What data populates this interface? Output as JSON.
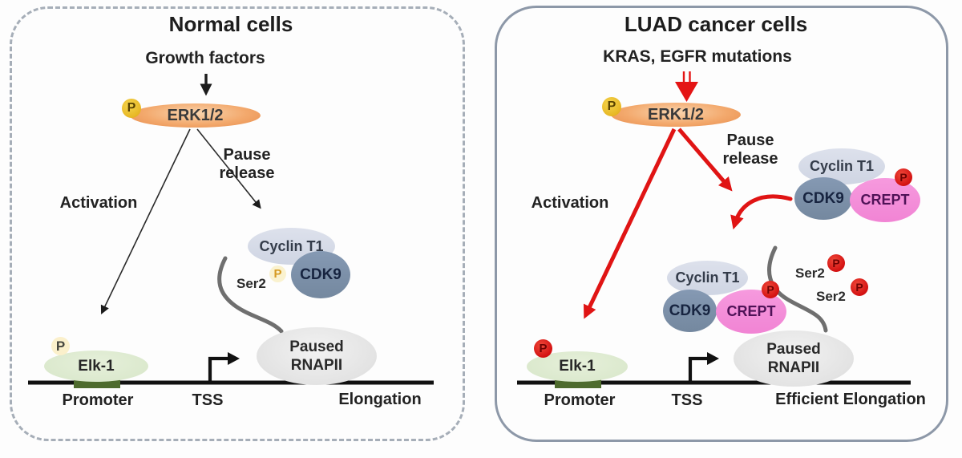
{
  "panels": {
    "normal": {
      "title": "Normal cells",
      "stimulus": "Growth factors",
      "erk": "ERK1/2",
      "p_badge": "P",
      "activation": "Activation",
      "pause_release": [
        "Pause",
        "release"
      ],
      "cyclin_t1": "Cyclin T1",
      "cdk9": "CDK9",
      "ser2": "Ser2",
      "rnapii": [
        "Paused",
        "RNAPII"
      ],
      "elk1": "Elk-1",
      "promoter": "Promoter",
      "tss": "TSS",
      "elongation": "Elongation"
    },
    "luad": {
      "title": "LUAD cancer cells",
      "stimulus": "KRAS, EGFR mutations",
      "erk": "ERK1/2",
      "p_badge": "P",
      "activation": "Activation",
      "pause_release": [
        "Pause",
        "release"
      ],
      "cyclin_t1": "Cyclin T1",
      "cdk9": "CDK9",
      "crept": "CREPT",
      "ser2_upper": "Ser2",
      "ser2_lower": "Ser2",
      "rnapii": [
        "Paused",
        "RNAPII"
      ],
      "elk1": "Elk-1",
      "promoter": "Promoter",
      "tss": "TSS",
      "elongation": "Efficient Elongation"
    }
  },
  "colors": {
    "panel_border_normal": "#a6aeb8",
    "panel_border_luad": "#8d98a8",
    "erk_fill": "#f3a96d",
    "phospho_yellow": "#e7b724",
    "phospho_red": "#d31111",
    "phospho_pale": "#fbf0cb",
    "cyclin_fill": "#d6dbe7",
    "cdk9_fill": "#7e93ae",
    "crept_fill": "#f18fd8",
    "rnapii_fill": "#e3e3e3",
    "elk1_fill": "#dde9cf",
    "promoter_fill": "#4e6b2e",
    "arrow_red": "#e01414",
    "arrow_black": "#1c1c1c",
    "ctd_gray": "#6f6f6f"
  }
}
